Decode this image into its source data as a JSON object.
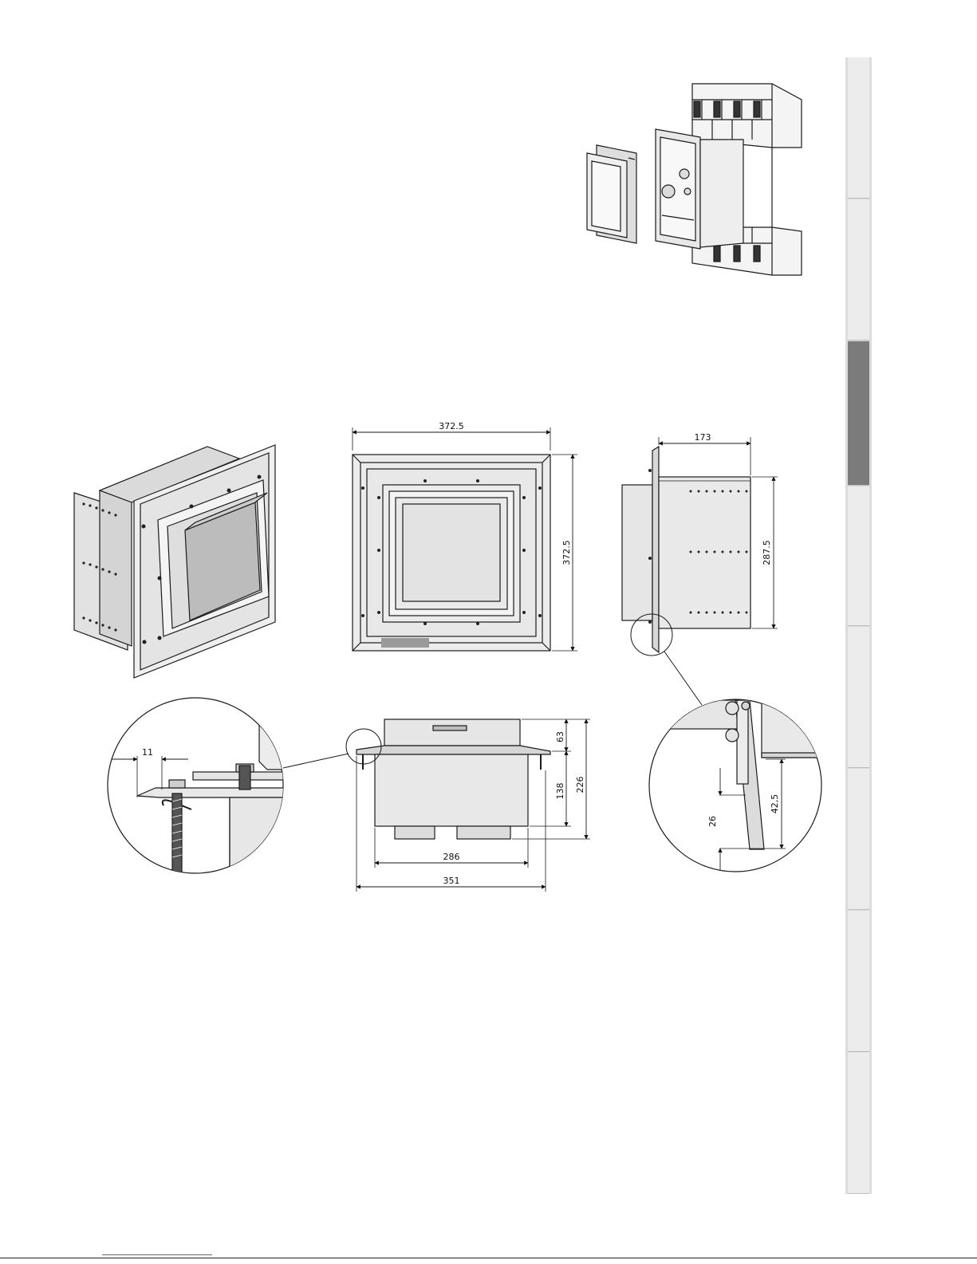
{
  "dimensions": {
    "front_width": "372.5",
    "front_height": "372.5",
    "side_depth": "173",
    "side_height": "287.5",
    "detail_left_offset": "11",
    "bottom_depth_front": "63",
    "bottom_body_depth": "138",
    "bottom_total_depth": "226",
    "bottom_inner_width": "286",
    "bottom_outer_width": "351",
    "detail_right_small": "26",
    "detail_right_large": "42,5"
  },
  "side_tabs": {
    "count": 8,
    "active_index": 2
  },
  "colors": {
    "line": "#1a1a1a",
    "fill": "#e6e6e6",
    "fill_dark": "#bdbdbd",
    "tab_active": "#7b7b7b"
  }
}
